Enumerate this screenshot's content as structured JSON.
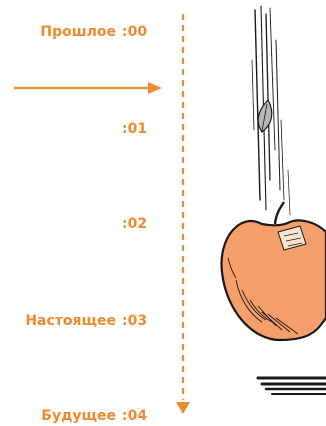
{
  "timeline": {
    "markers": [
      {
        "name": "Прошлое",
        "time": ":00"
      },
      {
        "name": "",
        "time": ":01"
      },
      {
        "name": "",
        "time": ":02"
      },
      {
        "name": "Настоящее",
        "time": ":03"
      },
      {
        "name": "Будущее",
        "time": ":04"
      }
    ]
  },
  "colors": {
    "accent": "#ef8a2e",
    "apple": "#f5a06b",
    "ink": "#1a1a1a"
  },
  "icons": {
    "falling_object": "apple-icon",
    "leaf": "leaf-icon",
    "arrow": "arrow-right-icon",
    "shadow": "ground-shadow-icon"
  }
}
